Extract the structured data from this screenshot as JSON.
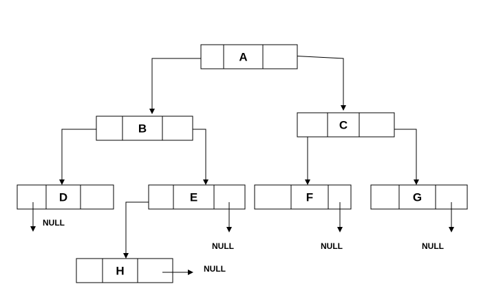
{
  "diagram": {
    "nodes": [
      {
        "id": "A",
        "label": "A"
      },
      {
        "id": "B",
        "label": "B"
      },
      {
        "id": "C",
        "label": "C"
      },
      {
        "id": "D",
        "label": "D"
      },
      {
        "id": "E",
        "label": "E"
      },
      {
        "id": "F",
        "label": "F"
      },
      {
        "id": "G",
        "label": "G"
      },
      {
        "id": "H",
        "label": "H"
      }
    ],
    "edges": [
      {
        "from": "A",
        "to": "B",
        "side": "left"
      },
      {
        "from": "A",
        "to": "C",
        "side": "right"
      },
      {
        "from": "B",
        "to": "D",
        "side": "left"
      },
      {
        "from": "B",
        "to": "E",
        "side": "right"
      },
      {
        "from": "C",
        "to": "F",
        "side": "left"
      },
      {
        "from": "C",
        "to": "G",
        "side": "right"
      },
      {
        "from": "E",
        "to": "H",
        "side": "left"
      }
    ],
    "null_pointers": [
      {
        "from": "D",
        "side": "left",
        "text": "NULL"
      },
      {
        "from": "E",
        "side": "right",
        "text": "NULL"
      },
      {
        "from": "F",
        "side": "right",
        "text": "NULL"
      },
      {
        "from": "G",
        "side": "right",
        "text": "NULL"
      },
      {
        "from": "H",
        "side": "right",
        "text": "NULL"
      }
    ]
  },
  "colors": {
    "stroke": "#000000",
    "fill": "#ffffff"
  }
}
